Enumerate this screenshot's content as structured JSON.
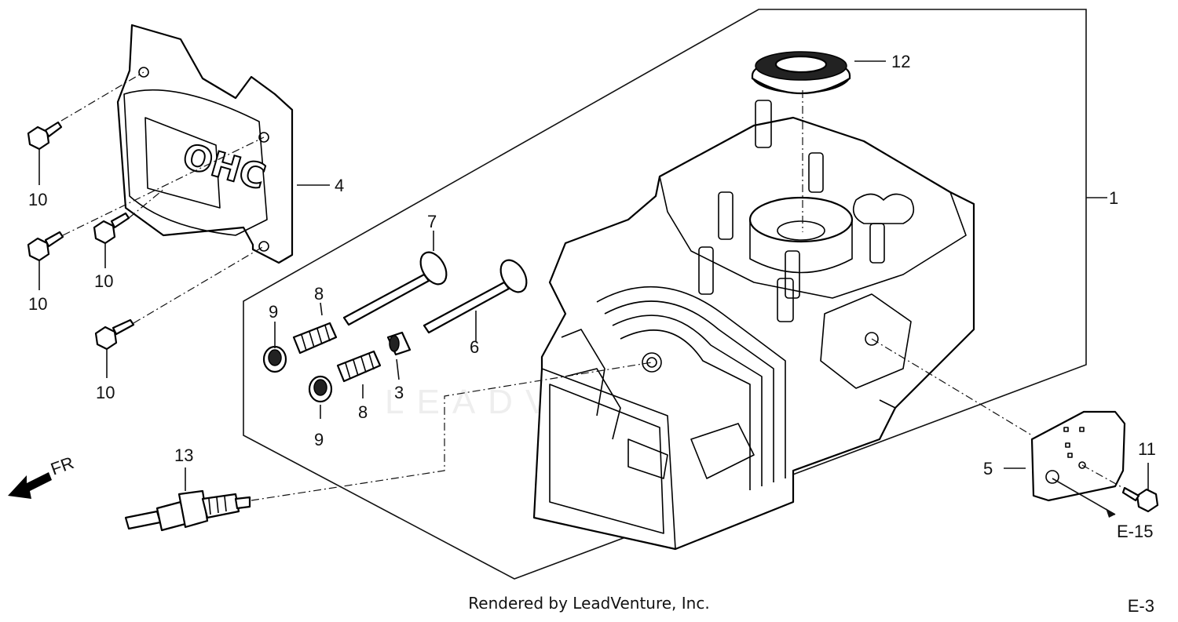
{
  "labels": {
    "p1": "1",
    "p3": "3",
    "p4": "4",
    "p5": "5",
    "p6": "6",
    "p7": "7",
    "p8a": "8",
    "p8b": "8",
    "p9a": "9",
    "p9b": "9",
    "p10a": "10",
    "p10b": "10",
    "p10c": "10",
    "p10d": "10",
    "p11": "11",
    "p12": "12",
    "p13": "13",
    "fr": "FR",
    "ref_e15": "E-15"
  },
  "cover_text": "OHC",
  "watermark": "LEADVENTURE",
  "footer": {
    "credit": "Rendered by LeadVenture, Inc.",
    "page_ref": "E-3"
  }
}
